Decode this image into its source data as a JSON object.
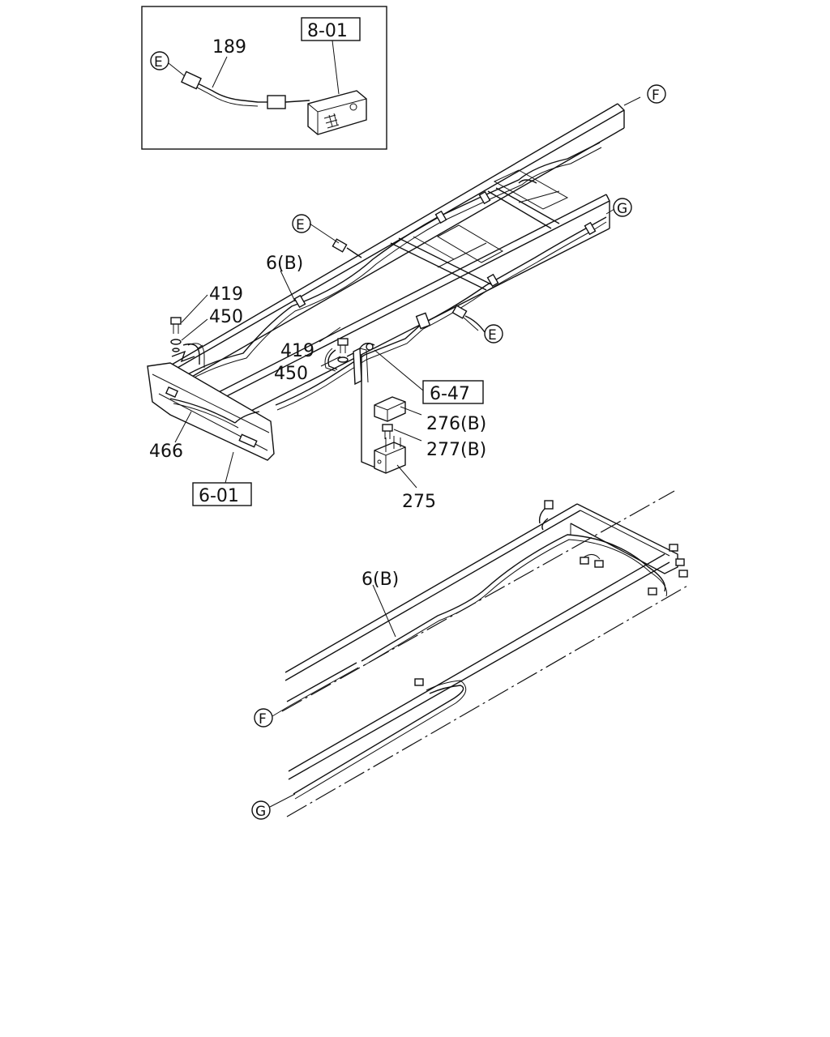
{
  "labels": {
    "p189": "189",
    "p6b_top": "6(B)",
    "p419_a": "419",
    "p450_a": "450",
    "p419_b": "419",
    "p450_b": "450",
    "p466": "466",
    "p276b": "276(B)",
    "p277b": "277(B)",
    "p275": "275",
    "p6b_bottom": "6(B)"
  },
  "refs": {
    "r801": "8-01",
    "r647": "6-47",
    "r601": "6-01"
  },
  "connectors": {
    "e_inset": "E",
    "e_frame_left": "E",
    "e_frame_right": "E",
    "f_top": "F",
    "g_top": "G",
    "f_bottom": "F",
    "g_bottom": "G"
  }
}
